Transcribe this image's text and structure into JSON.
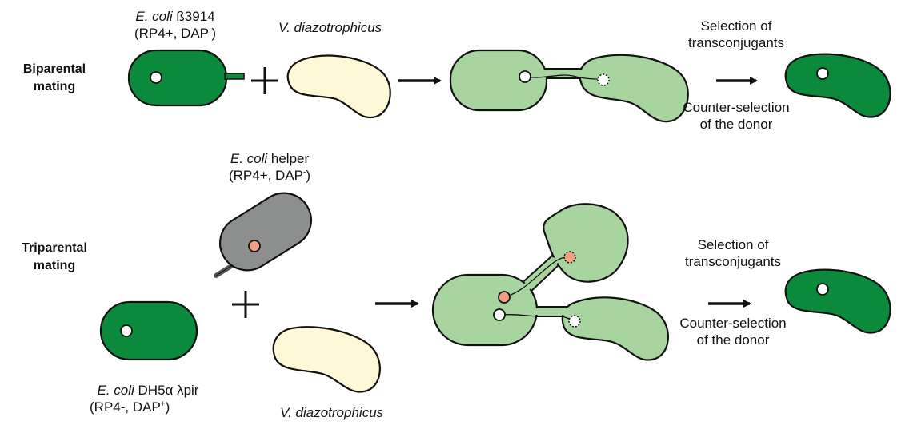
{
  "biparental": {
    "title_line1": "Biparental",
    "title_line2": "mating",
    "donor_name_italic": "E. coli",
    "donor_name_rest": " ß3914",
    "donor_genotype_prefix": "(RP4+, DAP",
    "donor_genotype_sup": "-",
    "donor_genotype_suffix": ")",
    "recipient_name": "V. diazotrophicus",
    "selection_line1": "Selection of",
    "selection_line2": "transconjugants",
    "counter_line1": "Counter-selection",
    "counter_line2": "of the donor"
  },
  "triparental": {
    "title_line1": "Triparental",
    "title_line2": "mating",
    "helper_name_italic": "E. coli",
    "helper_name_rest": " helper",
    "helper_genotype_prefix": "(RP4+, DAP",
    "helper_genotype_sup": "-",
    "helper_genotype_suffix": ")",
    "donor_name_italic": "E. coli",
    "donor_name_rest": " DH5α λpir",
    "donor_genotype_prefix": "(RP4-, DAP",
    "donor_genotype_sup": "+",
    "donor_genotype_suffix": ")",
    "recipient_name": "V. diazotrophicus",
    "selection_line1": "Selection of",
    "selection_line2": "transconjugants",
    "counter_line1": "Counter-selection",
    "counter_line2": "of the donor"
  },
  "colors": {
    "donor_green": "#0b8a3c",
    "mating_light_green": "#a8d4a0",
    "recipient_cream": "#fff8d6",
    "helper_gray": "#8c8f8e",
    "helper_plasmid": "#f0a080",
    "outline": "#111111"
  }
}
